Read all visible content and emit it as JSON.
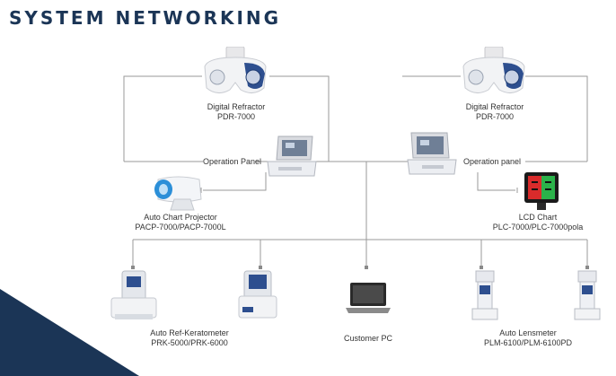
{
  "title": "SYSTEM NETWORKING",
  "colors": {
    "title": "#1b3556",
    "wire": "#9a9a9a",
    "corner": "#1b3556"
  },
  "nodes": {
    "refractor_left": {
      "name": "Digital Refractor",
      "model": "PDR-7000"
    },
    "refractor_right": {
      "name": "Digital Refractor",
      "model": "PDR-7000"
    },
    "panel_left": {
      "label": "Operation Panel"
    },
    "panel_right": {
      "label": "Operation panel"
    },
    "projector": {
      "name": "Auto Chart Projector",
      "model": "PACP-7000/PACP-7000L"
    },
    "lcd": {
      "name": "LCD Chart",
      "model": "PLC-7000/PLC-7000pola"
    },
    "keratometer": {
      "name": "Auto Ref-Keratometer",
      "model": "PRK-5000/PRK-6000"
    },
    "pc": {
      "name": "Customer PC"
    },
    "lensmeter": {
      "name": "Auto Lensmeter",
      "model": "PLM-6100/PLM-6100PD"
    }
  }
}
